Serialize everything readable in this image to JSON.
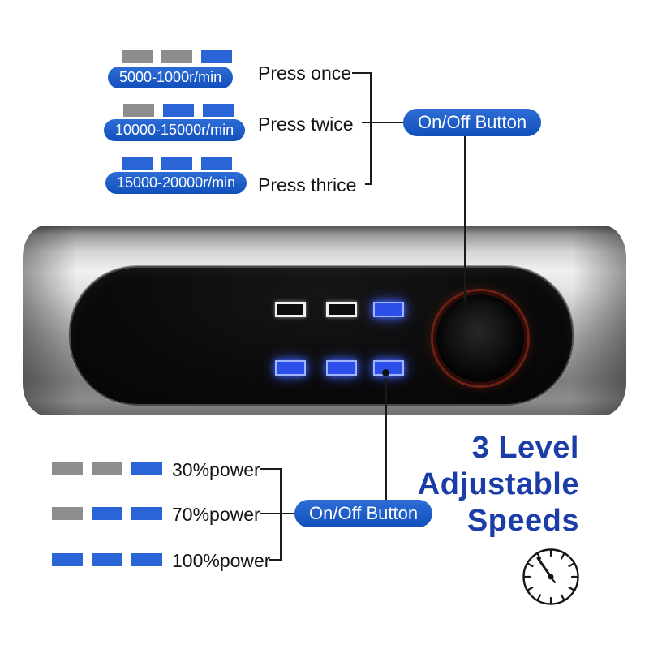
{
  "top_callouts": {
    "rows": [
      {
        "speed_label": "5000-1000r/min",
        "press_label": "Press once",
        "segments": [
          "gray",
          "gray",
          "blue"
        ]
      },
      {
        "speed_label": "10000-15000r/min",
        "press_label": "Press twice",
        "segments": [
          "gray",
          "blue",
          "blue"
        ]
      },
      {
        "speed_label": "15000-20000r/min",
        "press_label": "Press thrice",
        "segments": [
          "blue",
          "blue",
          "blue"
        ]
      }
    ],
    "onoff_button_label": "On/Off Button"
  },
  "device_panel": {
    "speed_indicators": [
      "off",
      "off",
      "on"
    ],
    "power_indicators": [
      "on",
      "on",
      "on"
    ]
  },
  "bottom_callouts": {
    "rows": [
      {
        "power_label": "30%power",
        "segments": [
          "gray",
          "gray",
          "blue"
        ]
      },
      {
        "power_label": "70%power",
        "segments": [
          "gray",
          "blue",
          "blue"
        ]
      },
      {
        "power_label": "100%power",
        "segments": [
          "blue",
          "blue",
          "blue"
        ]
      }
    ],
    "onoff_button_label": "On/Off Button"
  },
  "headline": {
    "line1": "3 Level",
    "line2": "Adjustable",
    "line3": "Speeds"
  },
  "icons": {
    "gauge": "speedometer-gauge-icon"
  },
  "colors": {
    "pill_blue": "#1d5ccb",
    "segment_blue": "#2a65d8",
    "segment_gray": "#8d8d8d",
    "indicator_blue": "#2b4fe8",
    "headline_blue": "#1b3da8",
    "button_ring_red": "#6b2014"
  }
}
